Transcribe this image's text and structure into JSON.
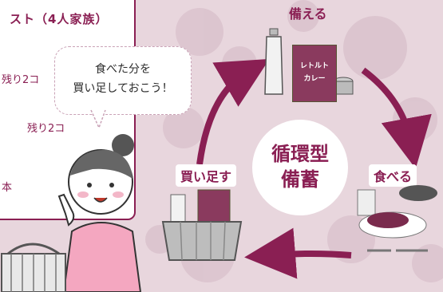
{
  "checklist": {
    "title": "スト（4人家族）",
    "rows": [
      {
        "label": "残り2コ"
      },
      {
        "label": "残り2コ"
      },
      {
        "label": "本"
      }
    ]
  },
  "bubble": {
    "line1": "食べた分を",
    "line2": "買い足しておこう！"
  },
  "cycle": {
    "center_line1": "循環型",
    "center_line2": "備蓄",
    "step_prepare": "備える",
    "step_eat": "食べる",
    "step_buy": "買い足す"
  },
  "pouch": {
    "line1": "レトルト",
    "line2": "カレー"
  },
  "colors": {
    "accent": "#8a1f53",
    "background": "#e8d6dd",
    "card": "#ffffff"
  }
}
